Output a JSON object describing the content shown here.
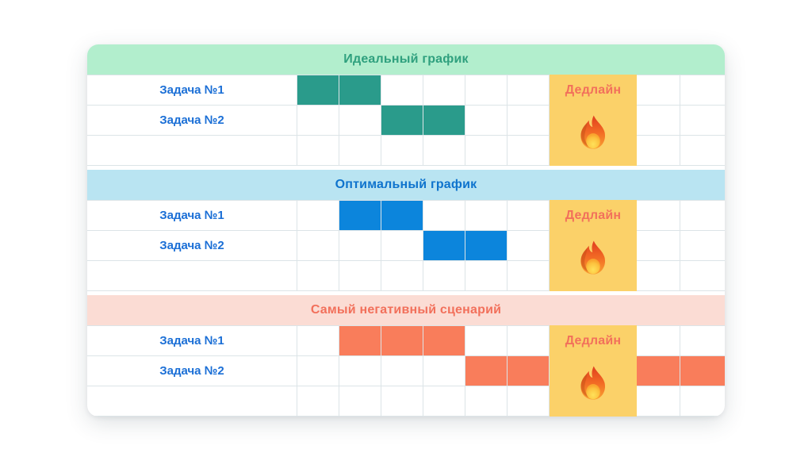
{
  "card": {
    "deadline_label": "Дедлайн",
    "deadline_icon": "fire-icon",
    "deadline_bg": "#fbd169",
    "deadline_text_color": "#f2705b",
    "grid_line_color": "#dce4e7",
    "task_label_color": "#1b6fd6",
    "timeline_columns": 9,
    "deadline_column": 7,
    "rows_per_section": 3
  },
  "sections": [
    {
      "id": "ideal",
      "title": "Идеальный график",
      "header_bg": "#b2eecd",
      "header_text_color": "#2fa07e",
      "bar_color": "#2a9b8b",
      "tasks": [
        {
          "label": "Задача №1",
          "bars": [
            [
              1,
              2
            ]
          ]
        },
        {
          "label": "Задача №2",
          "bars": [
            [
              3,
              4
            ]
          ]
        }
      ]
    },
    {
      "id": "optimal",
      "title": "Оптимальный график",
      "header_bg": "#b9e4f2",
      "header_text_color": "#0e73cd",
      "bar_color": "#0c85dc",
      "tasks": [
        {
          "label": "Задача №1",
          "bars": [
            [
              2,
              3
            ]
          ]
        },
        {
          "label": "Задача №2",
          "bars": [
            [
              4,
              5
            ]
          ]
        }
      ]
    },
    {
      "id": "worst",
      "title": "Самый негативный сценарий",
      "header_bg": "#fbdcd4",
      "header_text_color": "#f2705b",
      "bar_color": "#f97d5b",
      "tasks": [
        {
          "label": "Задача №1",
          "bars": [
            [
              2,
              4
            ]
          ]
        },
        {
          "label": "Задача №2",
          "bars": [
            [
              5,
              6
            ],
            [
              8,
              9
            ]
          ]
        }
      ]
    }
  ]
}
